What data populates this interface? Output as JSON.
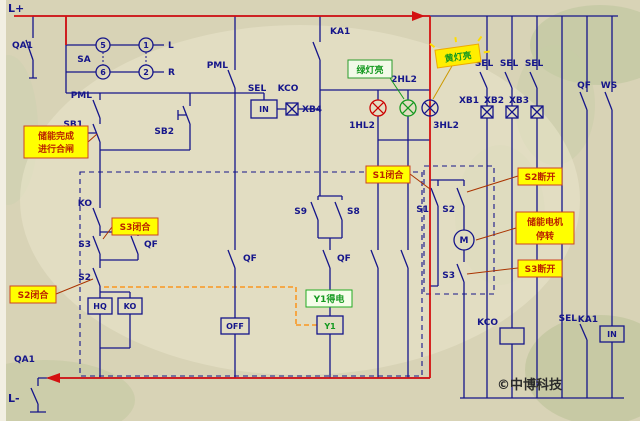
{
  "colors": {
    "background": "#d8d3b6",
    "line": "#15158a",
    "highlight": "#d41111",
    "callout_bg": "#ffff00",
    "callout_text": "#bb2200",
    "green": "#14991f",
    "yellow_note_bg": "#ffee00"
  },
  "labels": {
    "l_plus": "L+",
    "qa1_top": "QA1",
    "sa": "SA",
    "sa_5": "5",
    "sa_1": "1",
    "sa_6": "6",
    "sa_2": "2",
    "pos_l": "L",
    "pos_r": "R",
    "pml_left": "PML",
    "sb1": "SB1",
    "sb2": "SB2",
    "pml_mid": "PML",
    "sel_mid": "SEL",
    "kco_mid": "KCO",
    "in_mid": "IN",
    "xb4": "XB4",
    "ka1_top": "KA1",
    "hl1": "1HL2",
    "hl2": "2HL2",
    "hl3": "3HL2",
    "sel_r1": "SEL",
    "sel_r2": "SEL",
    "sel_r3": "SEL",
    "xb1": "XB1",
    "xb2": "XB2",
    "xb3": "XB3",
    "qf_top": "QF",
    "ws": "WS",
    "ko_contact": "KO",
    "s3_left": "S3",
    "qf_left": "QF",
    "s2_left": "S2",
    "hq_coil": "HQ",
    "ko_coil": "KO",
    "off_coil": "OFF",
    "s9": "S9",
    "s8": "S8",
    "qf_mid": "QF",
    "qf_mid2": "QF",
    "y1_coil": "Y1",
    "s1": "S1",
    "s2_right": "S2",
    "motor": "M",
    "s3_right": "S3",
    "kco_bottom": "KCO",
    "sel_bottom": "SEL",
    "ka1_bottom": "KA1",
    "in_bottom": "IN",
    "qa1_bottom": "QA1",
    "l_minus": "L-"
  },
  "callouts": {
    "storage_done_line1": "储能完成",
    "storage_done_line2": "进行合闸",
    "s3_closed": "S3闭合",
    "s2_closed": "S2闭合",
    "green_lamp_on": "绿灯亮",
    "yellow_lamp_on": "黄灯亮",
    "s1_closed": "S1闭合",
    "s2_open": "S2断开",
    "motor_stop_line1": "储能电机",
    "motor_stop_line2": "停转",
    "s3_open": "S3断开",
    "y1_energized": "Y1得电"
  },
  "watermark": "©中博科技"
}
